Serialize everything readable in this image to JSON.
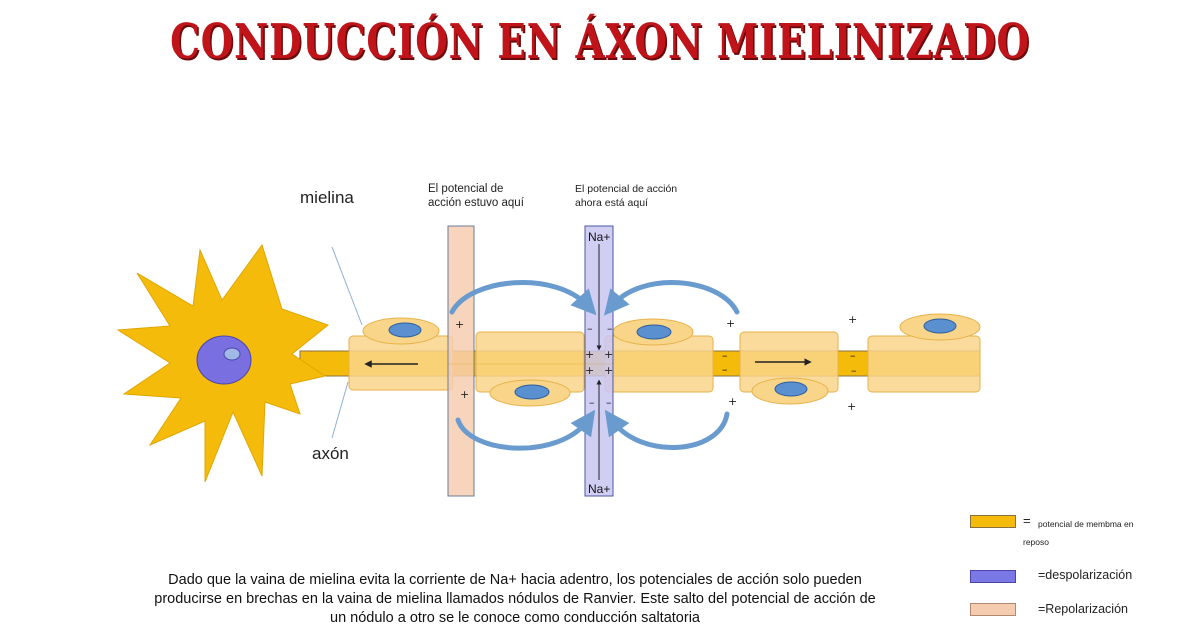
{
  "title": "CONDUCCIÓN EN ÁXON MIELINIZADO",
  "labels": {
    "mielina": "mielina",
    "axon": "axón",
    "past_line1": "El potencial de",
    "past_line2": "acción estuvo aquí",
    "now_line1": "El potencial de acción",
    "now_line2": "ahora está aquí",
    "na_top": "Na+",
    "na_bottom": "Na+"
  },
  "caption": "Dado que la vaina de mielina evita la corriente de Na+ hacia adentro, los potenciales de acción solo pueden producirse en brechas en la vaina de mielina llamados nódulos de Ranvier. Este salto del potencial de acción de un nódulo a otro se le conoce como conducción saltatoria",
  "legend": {
    "resting": {
      "eq": "=",
      "text_line1": "potencial de membma en",
      "text_line2": "reposo",
      "color": "#f5bb0a"
    },
    "depolarization": {
      "text": "=despolarización",
      "color": "#7a78e4"
    },
    "repolarization": {
      "text": "=Repolarización",
      "color": "#f6ccb0"
    }
  },
  "colors": {
    "title": "#c0141a",
    "axon": "#f5bb0a",
    "myelin": "#f9d58a",
    "neuron": "#f5bb0a",
    "nucleus": "#7a6fe0",
    "cell_nucleus": "#5a8fd0",
    "depol_band": "#c9c6f2",
    "repol_band": "#f6ccb0",
    "arrow": "#6a9bcf"
  },
  "signs": {
    "plus": "+",
    "minus": "–"
  }
}
